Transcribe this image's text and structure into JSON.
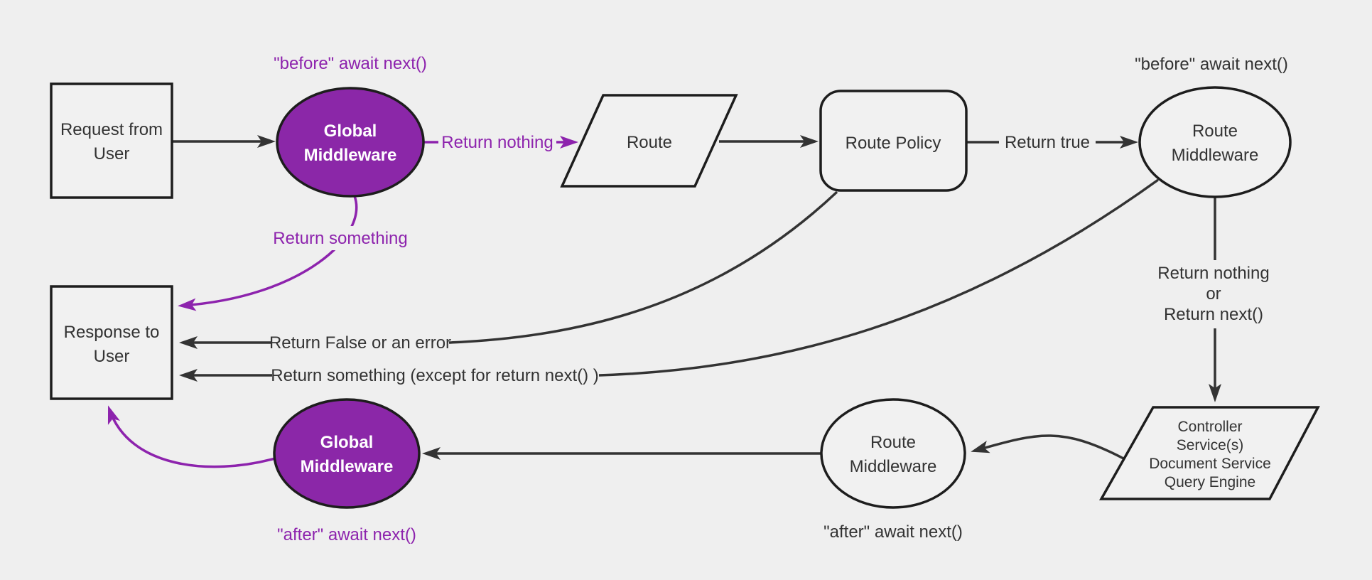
{
  "colors": {
    "background": "#efefef",
    "node_fill": "#f1f1f1",
    "line_dark": "#333333",
    "text_dark": "#333333",
    "purple_fill": "#8b27a8",
    "purple_accent": "#8d23ad",
    "text_white": "#ffffff"
  },
  "nodes": {
    "request": {
      "line1": "Request from",
      "line2": "User"
    },
    "global_middleware_top": {
      "line1": "Global",
      "line2": "Middleware"
    },
    "route": {
      "label": "Route"
    },
    "route_policy": {
      "label": "Route Policy"
    },
    "route_middleware_top": {
      "line1": "Route",
      "line2": "Middleware"
    },
    "controller_services": {
      "line1": "Controller",
      "line2": "Service(s)",
      "line3": "Document Service",
      "line4": "Query Engine"
    },
    "route_middleware_bottom": {
      "line1": "Route",
      "line2": "Middleware"
    },
    "global_middleware_bottom": {
      "line1": "Global",
      "line2": "Middleware"
    },
    "response": {
      "line1": "Response to",
      "line2": "User"
    }
  },
  "labels": {
    "before_await_next_global": "\"before\" await next()",
    "before_await_next_route": "\"before\" await next()",
    "after_await_next_route": "\"after\" await next()",
    "after_await_next_global": "\"after\" await next()",
    "return_nothing": "Return nothing",
    "return_true": "Return true",
    "return_nothing_stack_line1": "Return nothing",
    "return_nothing_stack_line2": "or",
    "return_nothing_stack_line3": "Return next()",
    "return_something": "Return something",
    "return_false_or_error": "Return False or an error",
    "return_something_except": "Return something (except for return next() )"
  }
}
